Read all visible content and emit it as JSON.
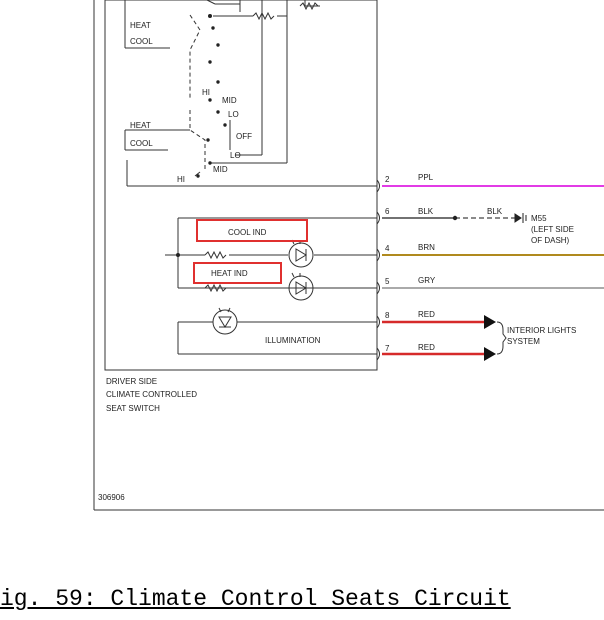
{
  "switch": {
    "heat_label": "HEAT",
    "cool_label": "COOL",
    "hi_label": "HI",
    "mid_label": "MID",
    "lo_label": "LO",
    "off_label": "OFF"
  },
  "indicators": {
    "cool_ind": "COOL IND",
    "heat_ind": "HEAT IND",
    "illumination": "ILLUMINATION"
  },
  "pins": [
    {
      "pin": "2",
      "wire": "PPL",
      "color": "#e23be6"
    },
    {
      "pin": "6",
      "wire": "BLK",
      "color": "#444444"
    },
    {
      "pin": "4",
      "wire": "BRN",
      "color": "#b08a1e"
    },
    {
      "pin": "5",
      "wire": "GRY",
      "color": "#aaaaaa"
    },
    {
      "pin": "8",
      "wire": "RED",
      "color": "#d62a2a"
    },
    {
      "pin": "7",
      "wire": "RED",
      "color": "#d62a2a"
    }
  ],
  "ground": {
    "wire": "BLK",
    "ref": "M55",
    "location_line1": "(LEFT SIDE",
    "location_line2": "OF DASH)"
  },
  "interior_lights": {
    "line1": "INTERIOR LIGHTS",
    "line2": "SYSTEM"
  },
  "component": {
    "line1": "DRIVER SIDE",
    "line2": "CLIMATE CONTROLLED",
    "line3": "SEAT SWITCH"
  },
  "figure_id": "306906",
  "caption": "ig. 59: Climate Control Seats Circuit"
}
